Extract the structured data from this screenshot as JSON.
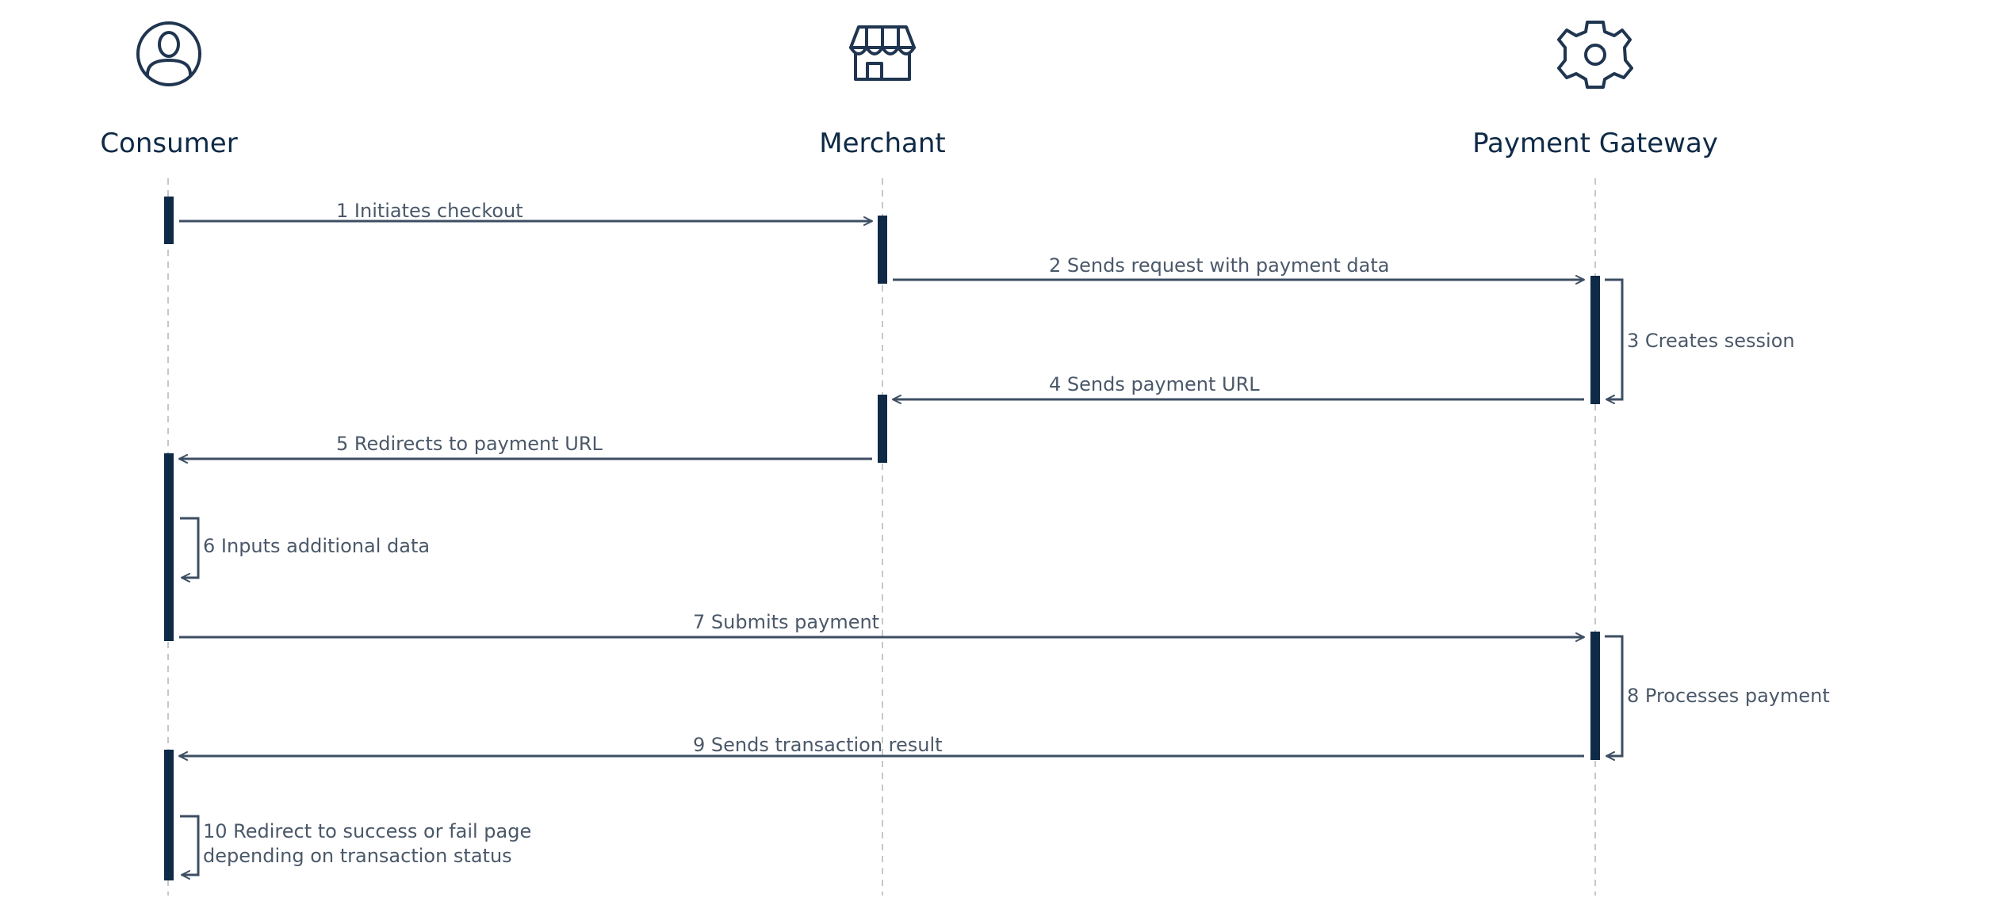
{
  "colors": {
    "background": "#ffffff",
    "participant_text": "#0e2a47",
    "activation_bar": "#0e2a47",
    "arrow": "#3d4e63",
    "message_text": "#4a5869",
    "lifeline": "#c4c8cc",
    "icon": "#1f3550"
  },
  "participants": [
    {
      "id": "consumer",
      "name": "Consumer",
      "icon": "user-icon"
    },
    {
      "id": "merchant",
      "name": "Merchant",
      "icon": "store-icon"
    },
    {
      "id": "gateway",
      "name": "Payment Gateway",
      "icon": "gear-icon"
    }
  ],
  "messages": [
    {
      "n": "1",
      "text": "1 Initiates checkout",
      "from": "consumer",
      "to": "merchant"
    },
    {
      "n": "2",
      "text": "2 Sends request with payment data",
      "from": "merchant",
      "to": "gateway"
    },
    {
      "n": "3",
      "text": "3 Creates session",
      "from": "gateway",
      "to": "gateway"
    },
    {
      "n": "4",
      "text": "4 Sends payment URL",
      "from": "gateway",
      "to": "merchant"
    },
    {
      "n": "5",
      "text": "5 Redirects to payment URL",
      "from": "merchant",
      "to": "consumer"
    },
    {
      "n": "6",
      "text": "6 Inputs additional data",
      "from": "consumer",
      "to": "consumer"
    },
    {
      "n": "7",
      "text": "7 Submits payment",
      "from": "consumer",
      "to": "gateway"
    },
    {
      "n": "8",
      "text": "8 Processes payment",
      "from": "gateway",
      "to": "gateway"
    },
    {
      "n": "9",
      "text": "9 Sends transaction result",
      "from": "gateway",
      "to": "consumer"
    },
    {
      "n": "10",
      "text": "10 Redirect to success or fail page",
      "text_line2": "depending on transaction status",
      "from": "consumer",
      "to": "consumer"
    }
  ]
}
